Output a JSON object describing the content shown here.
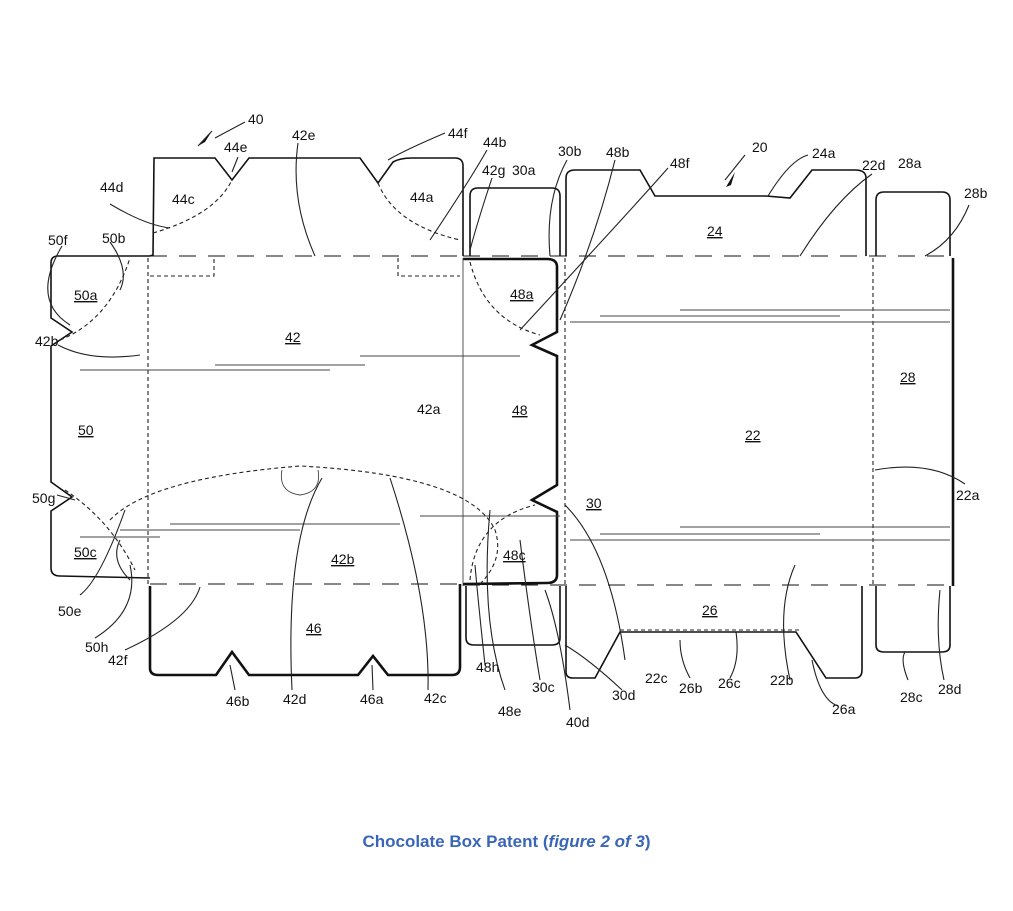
{
  "caption": {
    "main": "Chocolate Box Patent (",
    "italic": "figure 2 of 3",
    "end": ")"
  },
  "colors": {
    "caption": "#3a66b8",
    "line": "#111111"
  },
  "labels": [
    {
      "id": "40",
      "text": "40",
      "u": false
    },
    {
      "id": "42e",
      "text": "42e",
      "u": false
    },
    {
      "id": "44f",
      "text": "44f",
      "u": false
    },
    {
      "id": "44b",
      "text": "44b",
      "u": false
    },
    {
      "id": "44e",
      "text": "44e",
      "u": false
    },
    {
      "id": "44d",
      "text": "44d",
      "u": false
    },
    {
      "id": "44c",
      "text": "44c",
      "u": false
    },
    {
      "id": "44a",
      "text": "44a",
      "u": false
    },
    {
      "id": "42g",
      "text": "42g",
      "u": false
    },
    {
      "id": "30a",
      "text": "30a",
      "u": false
    },
    {
      "id": "30b",
      "text": "30b",
      "u": false
    },
    {
      "id": "48b",
      "text": "48b",
      "u": false
    },
    {
      "id": "48f",
      "text": "48f",
      "u": false
    },
    {
      "id": "20",
      "text": "20",
      "u": false
    },
    {
      "id": "24a",
      "text": "24a",
      "u": false
    },
    {
      "id": "22d",
      "text": "22d",
      "u": false
    },
    {
      "id": "28a",
      "text": "28a",
      "u": false
    },
    {
      "id": "28b",
      "text": "28b",
      "u": false
    },
    {
      "id": "24",
      "text": "24",
      "u": true
    },
    {
      "id": "50f",
      "text": "50f",
      "u": false
    },
    {
      "id": "50b",
      "text": "50b",
      "u": false
    },
    {
      "id": "50a",
      "text": "50a",
      "u": true
    },
    {
      "id": "48a",
      "text": "48a",
      "u": true
    },
    {
      "id": "42",
      "text": "42",
      "u": true
    },
    {
      "id": "42b_top",
      "text": "42b",
      "u": false
    },
    {
      "id": "28",
      "text": "28",
      "u": true
    },
    {
      "id": "50",
      "text": "50",
      "u": true
    },
    {
      "id": "42a",
      "text": "42a",
      "u": false
    },
    {
      "id": "48",
      "text": "48",
      "u": true
    },
    {
      "id": "22",
      "text": "22",
      "u": true
    },
    {
      "id": "50g",
      "text": "50g",
      "u": false
    },
    {
      "id": "30",
      "text": "30",
      "u": true
    },
    {
      "id": "22a",
      "text": "22a",
      "u": false
    },
    {
      "id": "50c",
      "text": "50c",
      "u": true
    },
    {
      "id": "42b_mid",
      "text": "42b",
      "u": true
    },
    {
      "id": "48c",
      "text": "48c",
      "u": true
    },
    {
      "id": "50e",
      "text": "50e",
      "u": false
    },
    {
      "id": "26",
      "text": "26",
      "u": true
    },
    {
      "id": "46",
      "text": "46",
      "u": true
    },
    {
      "id": "50h",
      "text": "50h",
      "u": false
    },
    {
      "id": "42f",
      "text": "42f",
      "u": false
    },
    {
      "id": "48h",
      "text": "48h",
      "u": false
    },
    {
      "id": "22c",
      "text": "22c",
      "u": false
    },
    {
      "id": "26b",
      "text": "26b",
      "u": false
    },
    {
      "id": "26c",
      "text": "26c",
      "u": false
    },
    {
      "id": "22b",
      "text": "22b",
      "u": false
    },
    {
      "id": "30c",
      "text": "30c",
      "u": false
    },
    {
      "id": "30d",
      "text": "30d",
      "u": false
    },
    {
      "id": "28c",
      "text": "28c",
      "u": false
    },
    {
      "id": "28d",
      "text": "28d",
      "u": false
    },
    {
      "id": "46b",
      "text": "46b",
      "u": false
    },
    {
      "id": "42d",
      "text": "42d",
      "u": false
    },
    {
      "id": "46a",
      "text": "46a",
      "u": false
    },
    {
      "id": "42c",
      "text": "42c",
      "u": false
    },
    {
      "id": "48e",
      "text": "48e",
      "u": false
    },
    {
      "id": "40d",
      "text": "40d",
      "u": false
    },
    {
      "id": "26a",
      "text": "26a",
      "u": false
    }
  ]
}
